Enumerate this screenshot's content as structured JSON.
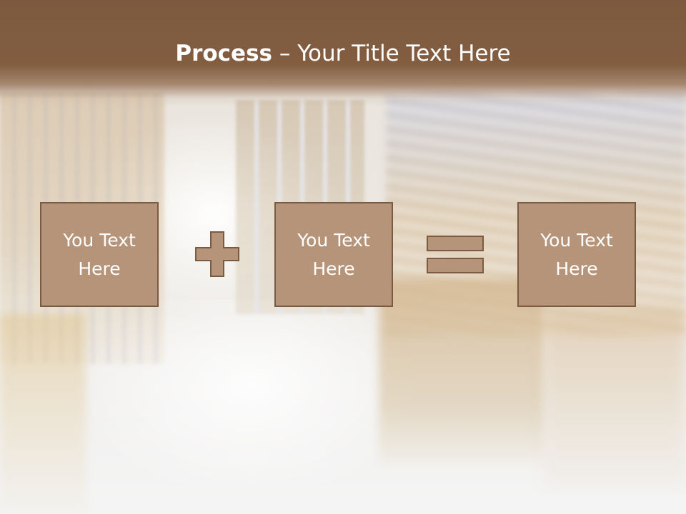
{
  "slide": {
    "title_bold": "Process",
    "title_rest": " – Your Title Text Here"
  },
  "process": {
    "boxes": [
      {
        "text": "You Text Here"
      },
      {
        "text": "You Text Here"
      },
      {
        "text": "You Text Here"
      }
    ],
    "operators": [
      "plus-icon",
      "equals-icon"
    ]
  },
  "colors": {
    "title_band": "#825d40",
    "box_fill": "#b69479",
    "box_border": "#7b5a42",
    "text": "#ffffff"
  }
}
